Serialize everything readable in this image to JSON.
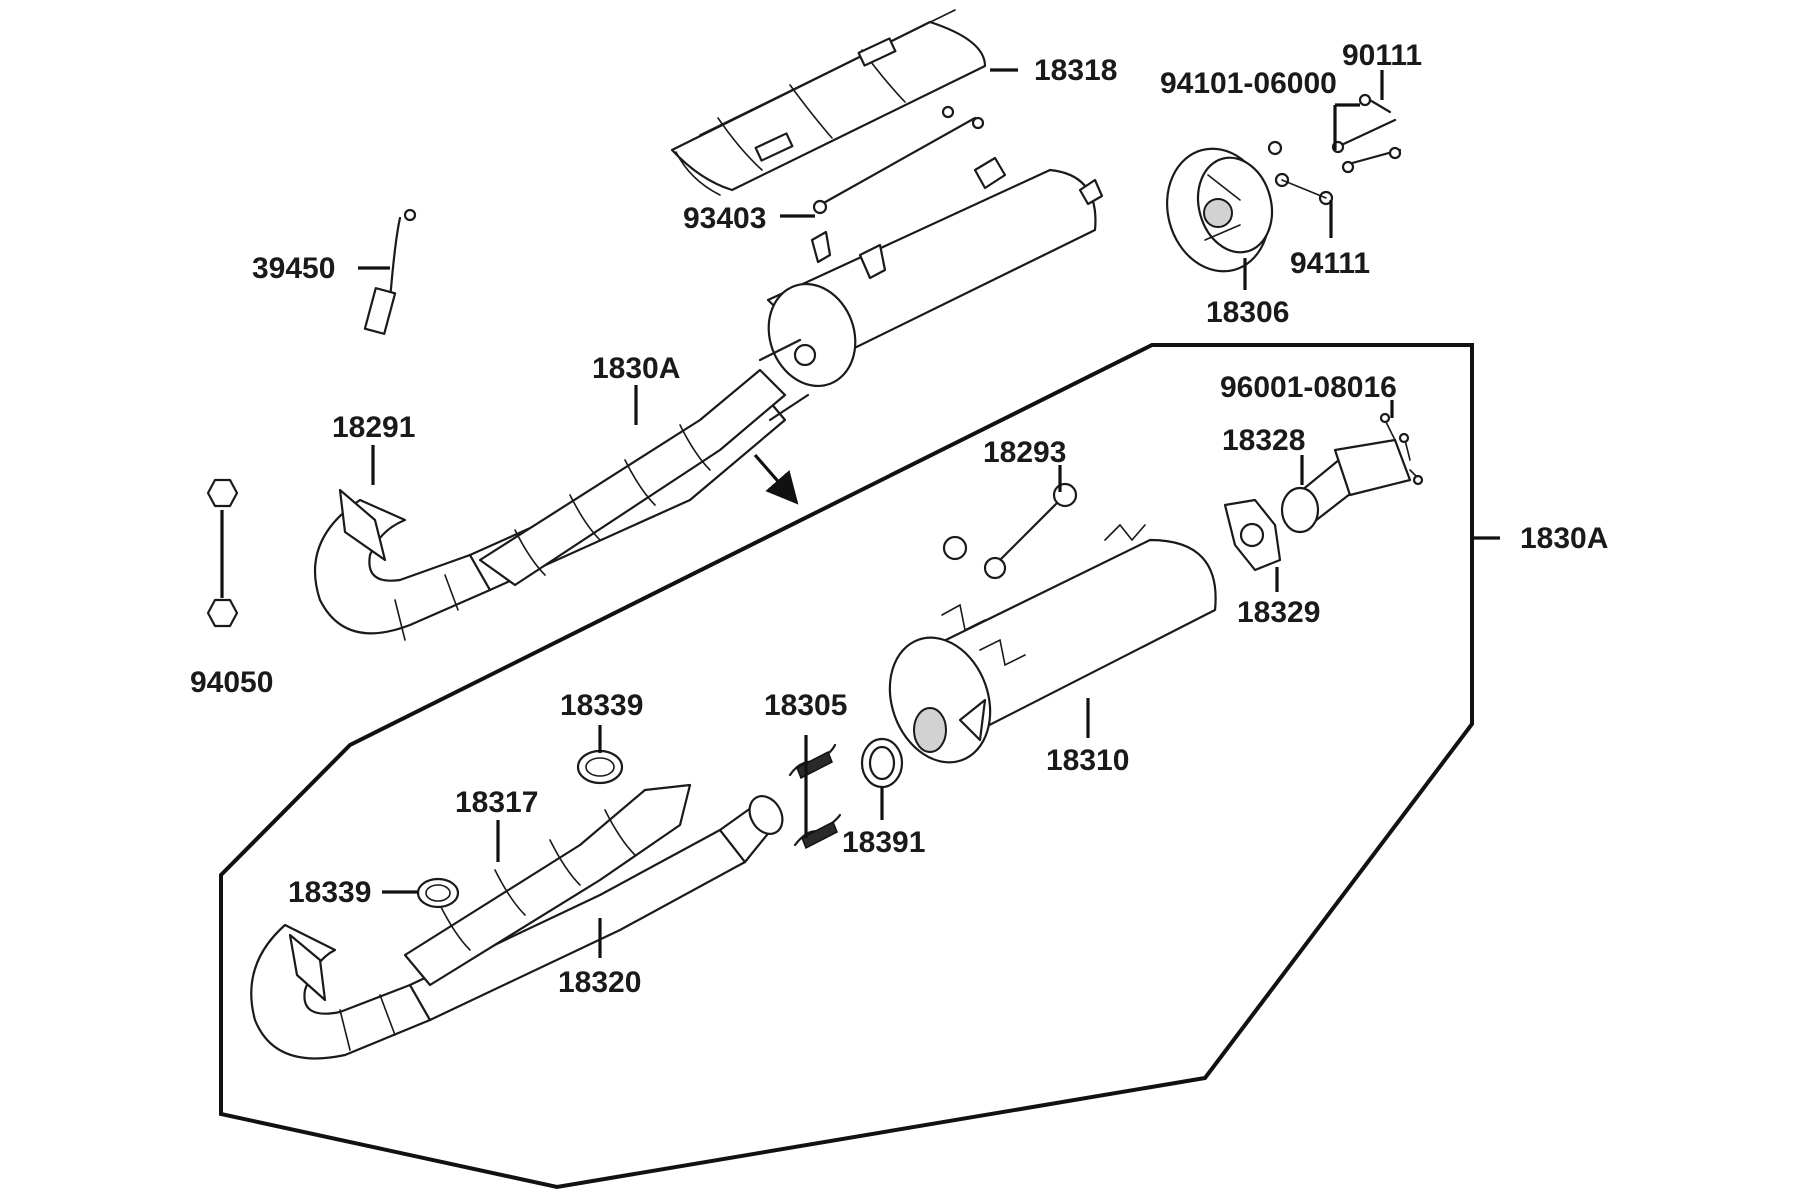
{
  "colors": {
    "line": "#1a1a1a",
    "background": "#ffffff",
    "shade": "#d2d2d2"
  },
  "labels": {
    "p18318": "18318",
    "p94101": "94101-06000",
    "p90111": "90111",
    "p93403": "93403",
    "p94111": "94111",
    "p39450": "39450",
    "p18306": "18306",
    "p1830A_top": "1830A",
    "p18291": "18291",
    "p96001": "96001-08016",
    "p18328": "18328",
    "p18293": "18293",
    "p1830A_right": "1830A",
    "p18329": "18329",
    "p94050": "94050",
    "p18339_top": "18339",
    "p18305": "18305",
    "p18310": "18310",
    "p18317": "18317",
    "p18391": "18391",
    "p18339_left": "18339",
    "p18320": "18320"
  }
}
